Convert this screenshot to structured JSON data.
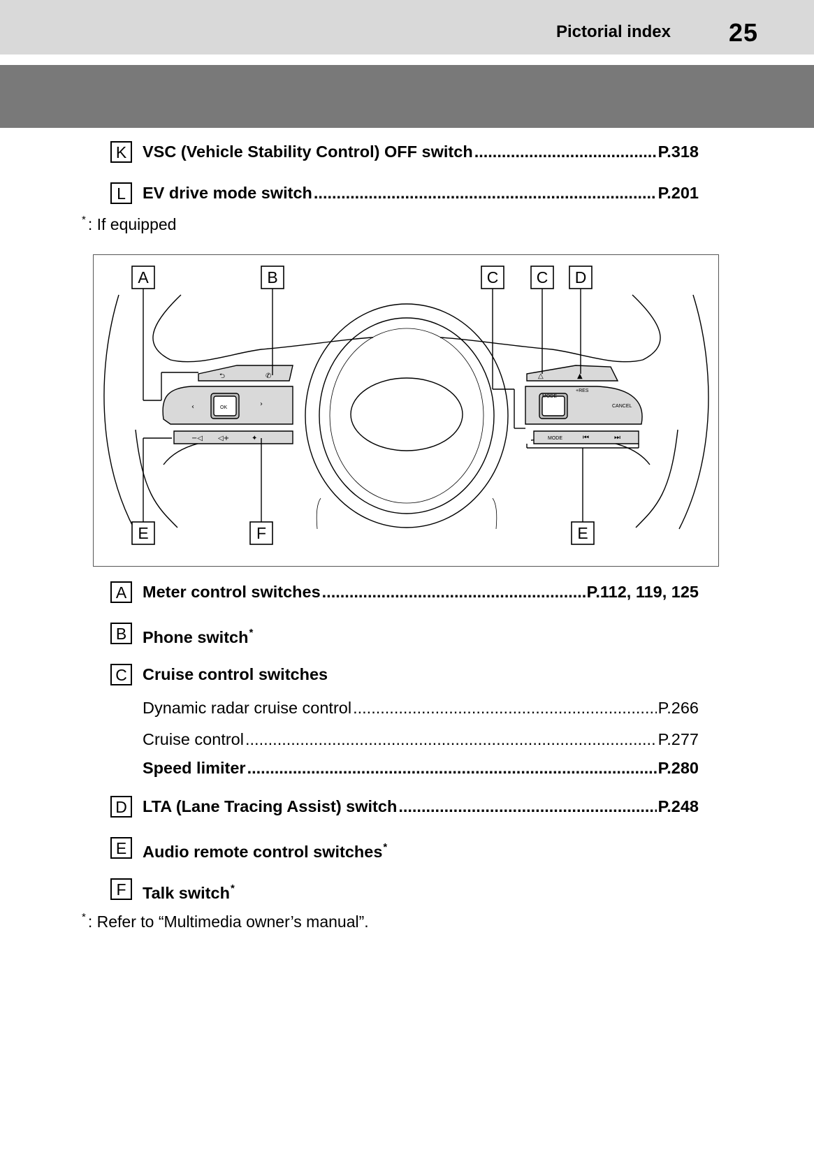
{
  "header": {
    "section": "Pictorial index",
    "page_number": "25"
  },
  "top_entries": [
    {
      "letter": "K",
      "label": "VSC (Vehicle Stability Control) OFF switch",
      "page": "P.318"
    },
    {
      "letter": "L",
      "label": "EV drive mode switch",
      "page": "P.201"
    }
  ],
  "footnote_1": {
    "marker": "*",
    "text": ": If equipped"
  },
  "figure": {
    "callouts": {
      "a": "A",
      "b": "B",
      "c1": "C",
      "c2": "C",
      "d": "D",
      "e1": "E",
      "f": "F",
      "e2": "E"
    },
    "switch_labels": {
      "ok": "OK",
      "mode_small": "MODE",
      "res": "+RES",
      "cancel": "CANCEL",
      "mode": "MODE"
    }
  },
  "entries": [
    {
      "letter": "A",
      "label": "Meter control switches",
      "page": "P.112, 119, 125"
    },
    {
      "letter": "B",
      "label": "Phone switch",
      "sup": "*"
    },
    {
      "letter": "C",
      "label": "Cruise control switches",
      "sub": [
        {
          "label": "Dynamic radar cruise control",
          "page": "P.266"
        },
        {
          "label": "Cruise control",
          "page": "P.277"
        },
        {
          "label": "Speed limiter",
          "page": "P.280"
        }
      ]
    },
    {
      "letter": "D",
      "label": "LTA (Lane Tracing Assist) switch",
      "page": "P.248"
    },
    {
      "letter": "E",
      "label": "Audio remote control switches",
      "sup": "*"
    },
    {
      "letter": "F",
      "label": "Talk switch",
      "sup": "*"
    }
  ],
  "footnote_2": {
    "marker": "*",
    "text": ": Refer to “Multimedia owner’s manual”."
  }
}
